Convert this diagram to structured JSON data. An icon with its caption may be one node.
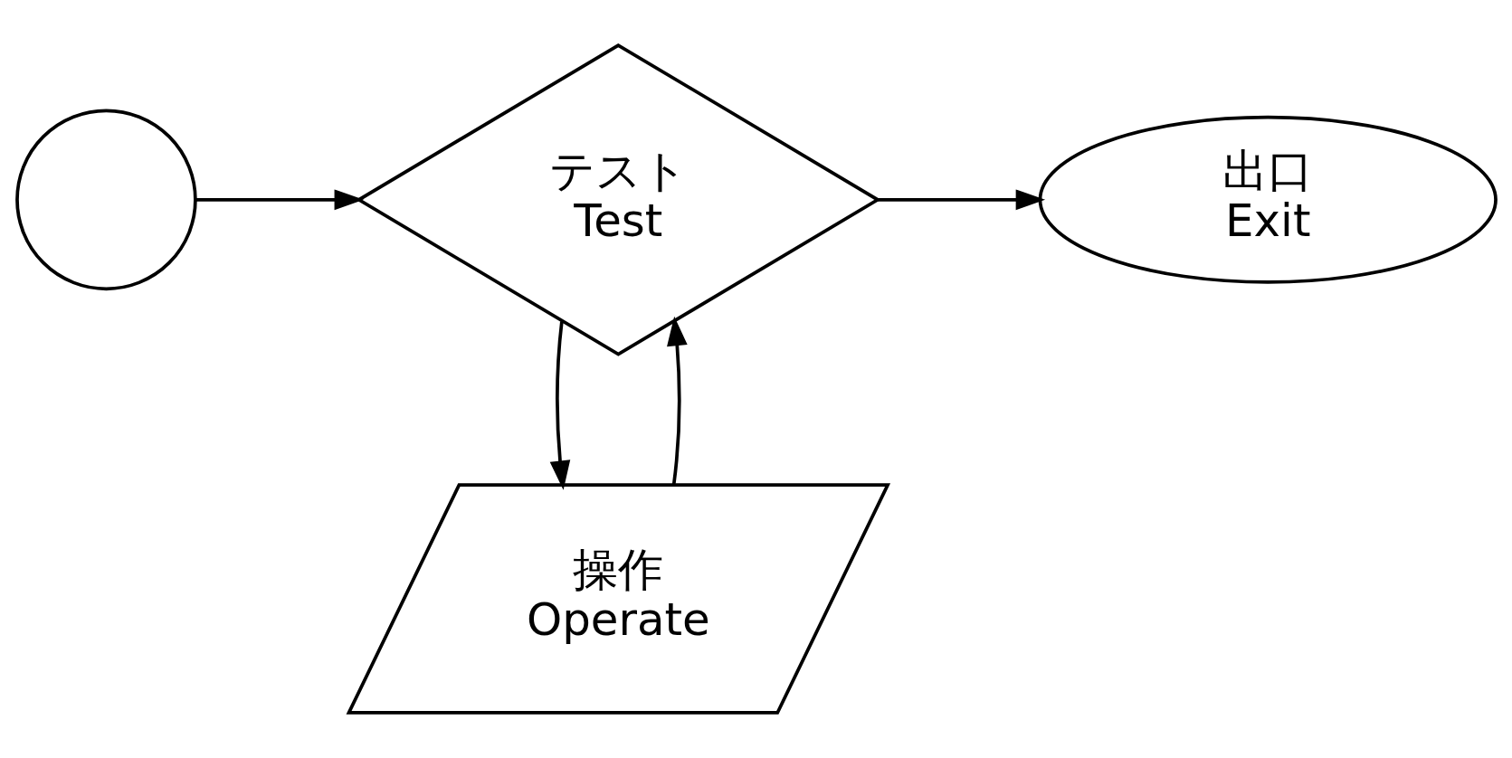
{
  "diagram": {
    "nodes": [
      {
        "text": [],
        "shape": "circle"
      },
      {
        "text": [
          "テスト",
          "Test"
        ]
      },
      {
        "text": [
          "出口",
          "Exit"
        ]
      },
      {
        "text": [
          "操作",
          "Operate"
        ]
      }
    ],
    "edges": [
      {
        "from": 0,
        "to": 1,
        "arrow": "to"
      },
      {
        "from": 1,
        "to": 2,
        "arrow": "to"
      },
      {
        "from": 1,
        "to": 3,
        "arrow": "to"
      },
      {
        "from": 3,
        "to": 1,
        "arrow": "to"
      }
    ]
  }
}
